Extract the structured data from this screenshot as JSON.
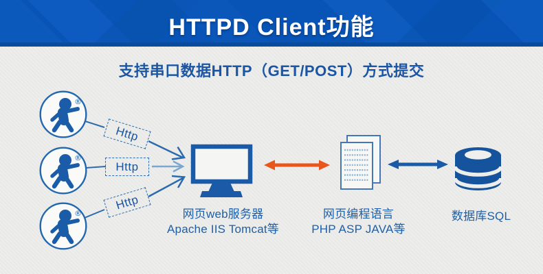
{
  "header": {
    "title": "HTTPD Client功能"
  },
  "subtitle": "支持串口数据HTTP（GET/POST）方式提交",
  "clients": {
    "trademark": "®",
    "http_labels": [
      "Http",
      "Http",
      "Http"
    ]
  },
  "web_server": {
    "name": "网页web服务器",
    "detail": "Apache IIS Tomcat等"
  },
  "languages": {
    "name": "网页编程语言",
    "detail": "PHP ASP JAVA等"
  },
  "database": {
    "name": "数据库SQL"
  },
  "colors": {
    "header_blue": "#0854B6",
    "header_strip": "#094C9E",
    "primary_blue": "#1A5AA6",
    "arrow_blue": "#2B6AAE",
    "arrow_light_blue": "#7BA6CF",
    "arrow_orange": "#E8561B",
    "background": "#EDEDEB"
  }
}
